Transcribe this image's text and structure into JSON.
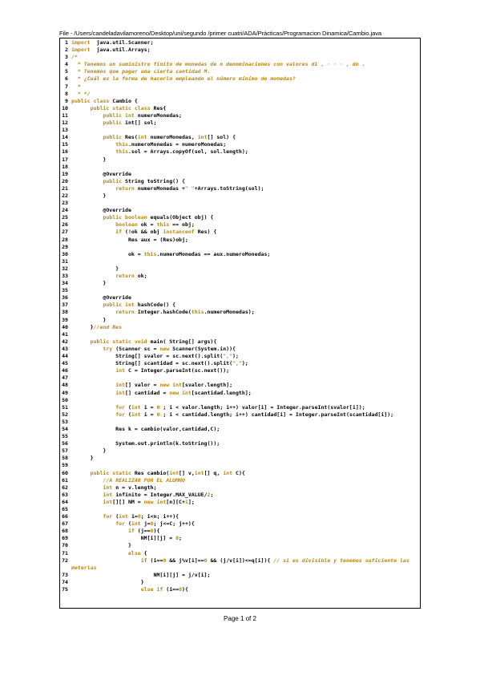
{
  "header": {
    "path": "File - /Users/candeladavilamoreno/Desktop/uni/segundo /primer cuatri/ADA/Prácticas/Programacion Dinamica/Cambio.java"
  },
  "footer": {
    "page": "Page 1 of 2"
  },
  "code_lines": [
    {
      "n": "1",
      "segs": [
        [
          "kw",
          "import"
        ],
        [
          "",
          "  java.util.Scanner;"
        ]
      ]
    },
    {
      "n": "2",
      "segs": [
        [
          "kw",
          "import"
        ],
        [
          "",
          "  java.util.Arrays;"
        ]
      ]
    },
    {
      "n": "3",
      "segs": [
        [
          "cm",
          "/*"
        ]
      ]
    },
    {
      "n": "4",
      "segs": [
        [
          "cm",
          "  * Tenemos un suministro finito de monedas de n denominaciones con valores d1 , · · · , dn ."
        ]
      ]
    },
    {
      "n": "5",
      "segs": [
        [
          "cm",
          "  * Tenemos que pagar una cierta cantidad M."
        ]
      ]
    },
    {
      "n": "6",
      "segs": [
        [
          "cm",
          "  * ¿Cuál es la forma de hacerlo empleando el número mínimo de monedas?"
        ]
      ]
    },
    {
      "n": "7",
      "segs": [
        [
          "cm",
          "  *"
        ]
      ]
    },
    {
      "n": "8",
      "segs": [
        [
          "cm",
          "  * */"
        ]
      ]
    },
    {
      "n": "9",
      "segs": [
        [
          "kw",
          "public class "
        ],
        [
          "",
          "Cambio {"
        ]
      ]
    },
    {
      "n": "10",
      "segs": [
        [
          "",
          "      "
        ],
        [
          "kw",
          "public static class "
        ],
        [
          "",
          "Res{"
        ]
      ]
    },
    {
      "n": "11",
      "segs": [
        [
          "",
          "          "
        ],
        [
          "kw",
          "public int "
        ],
        [
          "",
          "numeroMonedas;"
        ]
      ]
    },
    {
      "n": "12",
      "segs": [
        [
          "",
          "          "
        ],
        [
          "kw",
          "public "
        ],
        [
          "",
          "int[] sol;"
        ]
      ]
    },
    {
      "n": "13",
      "segs": []
    },
    {
      "n": "14",
      "segs": [
        [
          "",
          "          "
        ],
        [
          "kw",
          "public "
        ],
        [
          "",
          "Res("
        ],
        [
          "kw",
          "int "
        ],
        [
          "",
          "numeroMonedas, "
        ],
        [
          "kw",
          "int"
        ],
        [
          "",
          "[] sol) {"
        ]
      ]
    },
    {
      "n": "15",
      "segs": [
        [
          "",
          "              "
        ],
        [
          "kw",
          "this"
        ],
        [
          "",
          ".numeroMonedas = numeroMonedas;"
        ]
      ]
    },
    {
      "n": "16",
      "segs": [
        [
          "",
          "              "
        ],
        [
          "kw",
          "this"
        ],
        [
          "",
          ".sol = Arrays.copyOf(sol, sol.length);"
        ]
      ]
    },
    {
      "n": "17",
      "segs": [
        [
          "",
          "          }"
        ]
      ]
    },
    {
      "n": "18",
      "segs": []
    },
    {
      "n": "19",
      "segs": [
        [
          "",
          "          @Override"
        ]
      ]
    },
    {
      "n": "20",
      "segs": [
        [
          "",
          "          "
        ],
        [
          "kw",
          "public "
        ],
        [
          "",
          "String toString() {"
        ]
      ]
    },
    {
      "n": "21",
      "segs": [
        [
          "",
          "              "
        ],
        [
          "kw",
          "return "
        ],
        [
          "",
          "numeroMonedas +"
        ],
        [
          "st",
          "\" \""
        ],
        [
          "",
          "+Arrays.toString(sol);"
        ]
      ]
    },
    {
      "n": "22",
      "segs": [
        [
          "",
          "          }"
        ]
      ]
    },
    {
      "n": "23",
      "segs": []
    },
    {
      "n": "24",
      "segs": [
        [
          "",
          "          @Override"
        ]
      ]
    },
    {
      "n": "25",
      "segs": [
        [
          "",
          "          "
        ],
        [
          "kw",
          "public boolean "
        ],
        [
          "",
          "equals(Object obj) {"
        ]
      ]
    },
    {
      "n": "26",
      "segs": [
        [
          "",
          "              "
        ],
        [
          "kw",
          "boolean "
        ],
        [
          "",
          "ok = "
        ],
        [
          "kw",
          "this "
        ],
        [
          "",
          "== obj;"
        ]
      ]
    },
    {
      "n": "27",
      "segs": [
        [
          "",
          "              "
        ],
        [
          "kw",
          "if "
        ],
        [
          "",
          "(!ok && obj "
        ],
        [
          "kw",
          "instanceof "
        ],
        [
          "",
          "Res) {"
        ]
      ]
    },
    {
      "n": "28",
      "segs": [
        [
          "",
          "                  Res aux = (Res)obj;"
        ]
      ]
    },
    {
      "n": "29",
      "segs": []
    },
    {
      "n": "30",
      "segs": [
        [
          "",
          "                  ok = "
        ],
        [
          "kw",
          "this"
        ],
        [
          "",
          ".numeroMonedas == aux.numeroMonedas;"
        ]
      ]
    },
    {
      "n": "31",
      "segs": []
    },
    {
      "n": "32",
      "segs": [
        [
          "",
          "              }"
        ]
      ]
    },
    {
      "n": "33",
      "segs": [
        [
          "",
          "              "
        ],
        [
          "kw",
          "return "
        ],
        [
          "",
          "ok;"
        ]
      ]
    },
    {
      "n": "34",
      "segs": [
        [
          "",
          "          }"
        ]
      ]
    },
    {
      "n": "35",
      "segs": []
    },
    {
      "n": "36",
      "segs": [
        [
          "",
          "          @Override"
        ]
      ]
    },
    {
      "n": "37",
      "segs": [
        [
          "",
          "          "
        ],
        [
          "kw",
          "public int "
        ],
        [
          "",
          "hashCode() {"
        ]
      ]
    },
    {
      "n": "38",
      "segs": [
        [
          "",
          "              "
        ],
        [
          "kw",
          "return "
        ],
        [
          "",
          "Integer.hashCode("
        ],
        [
          "kw",
          "this"
        ],
        [
          "",
          ".numeroMonedas);"
        ]
      ]
    },
    {
      "n": "39",
      "segs": [
        [
          "",
          "          }"
        ]
      ]
    },
    {
      "n": "40",
      "segs": [
        [
          "",
          "      }"
        ],
        [
          "cm",
          "//end Res"
        ]
      ]
    },
    {
      "n": "41",
      "segs": []
    },
    {
      "n": "42",
      "segs": [
        [
          "",
          "      "
        ],
        [
          "kw",
          "public static void "
        ],
        [
          "",
          "main( String[] args){"
        ]
      ]
    },
    {
      "n": "43",
      "segs": [
        [
          "",
          "          "
        ],
        [
          "kw",
          "try "
        ],
        [
          "",
          "(Scanner sc = "
        ],
        [
          "kw",
          "new "
        ],
        [
          "",
          "Scanner(System.in)){"
        ]
      ]
    },
    {
      "n": "44",
      "segs": [
        [
          "",
          "              String[] svalor = sc.next().split("
        ],
        [
          "st",
          "\",\""
        ],
        [
          "",
          ");"
        ]
      ]
    },
    {
      "n": "45",
      "segs": [
        [
          "",
          "              String[] scantidad = sc.next().split("
        ],
        [
          "st",
          "\",\""
        ],
        [
          "",
          ");"
        ]
      ]
    },
    {
      "n": "46",
      "segs": [
        [
          "",
          "              "
        ],
        [
          "kw",
          "int "
        ],
        [
          "",
          "C = Integer.parseInt(sc.next());"
        ]
      ]
    },
    {
      "n": "47",
      "segs": []
    },
    {
      "n": "48",
      "segs": [
        [
          "",
          "              "
        ],
        [
          "kw",
          "int"
        ],
        [
          "",
          "[] valor = "
        ],
        [
          "kw",
          "new int"
        ],
        [
          "",
          "[svalor.length];"
        ]
      ]
    },
    {
      "n": "49",
      "segs": [
        [
          "",
          "              "
        ],
        [
          "kw",
          "int"
        ],
        [
          "",
          "[] cantidad = "
        ],
        [
          "kw",
          "new int"
        ],
        [
          "",
          "[scantidad.length];"
        ]
      ]
    },
    {
      "n": "50",
      "segs": []
    },
    {
      "n": "51",
      "segs": [
        [
          "",
          "              "
        ],
        [
          "kw",
          "for "
        ],
        [
          "",
          "("
        ],
        [
          "kw",
          "int "
        ],
        [
          "",
          "i = "
        ],
        [
          "st",
          "0"
        ],
        [
          "",
          " ; i < valor.length; i++) valor[i] = Integer.parseInt(svalor[i]);"
        ]
      ]
    },
    {
      "n": "52",
      "segs": [
        [
          "",
          "              "
        ],
        [
          "kw",
          "for "
        ],
        [
          "",
          "("
        ],
        [
          "kw",
          "int "
        ],
        [
          "",
          "i = "
        ],
        [
          "st",
          "0"
        ],
        [
          "",
          " ; i < cantidad.length; i++) cantidad[i] = Integer.parseInt(scantidad[i]);"
        ]
      ]
    },
    {
      "n": "53",
      "segs": []
    },
    {
      "n": "54",
      "segs": [
        [
          "",
          "              Res k = cambio(valor,cantidad,C);"
        ]
      ]
    },
    {
      "n": "55",
      "segs": []
    },
    {
      "n": "56",
      "segs": [
        [
          "",
          "              System.out.println(k.toString());"
        ]
      ]
    },
    {
      "n": "57",
      "segs": [
        [
          "",
          "          }"
        ]
      ]
    },
    {
      "n": "58",
      "segs": [
        [
          "",
          "      }"
        ]
      ]
    },
    {
      "n": "59",
      "segs": []
    },
    {
      "n": "60",
      "segs": [
        [
          "",
          "      "
        ],
        [
          "kw",
          "public static "
        ],
        [
          "",
          "Res cambio("
        ],
        [
          "kw",
          "int"
        ],
        [
          "",
          "[] v,"
        ],
        [
          "kw",
          "int"
        ],
        [
          "",
          "[] q, "
        ],
        [
          "kw",
          "int "
        ],
        [
          "",
          "C){"
        ]
      ]
    },
    {
      "n": "61",
      "segs": [
        [
          "",
          "          "
        ],
        [
          "cm",
          "//A REALIZAR POR EL ALUMNO"
        ]
      ]
    },
    {
      "n": "62",
      "segs": [
        [
          "",
          "          "
        ],
        [
          "kw",
          "int "
        ],
        [
          "",
          "n = v.length;"
        ]
      ]
    },
    {
      "n": "63",
      "segs": [
        [
          "",
          "          "
        ],
        [
          "kw",
          "int "
        ],
        [
          "",
          "infinito = Integer.MAX_VALUE/"
        ],
        [
          "st",
          "2"
        ],
        [
          "",
          ";"
        ]
      ]
    },
    {
      "n": "64",
      "segs": [
        [
          "",
          "          "
        ],
        [
          "kw",
          "int"
        ],
        [
          "",
          "[][] NM = "
        ],
        [
          "kw",
          "new int"
        ],
        [
          "",
          "[n][C+"
        ],
        [
          "st",
          "1"
        ],
        [
          "",
          "];"
        ]
      ]
    },
    {
      "n": "65",
      "segs": []
    },
    {
      "n": "66",
      "segs": [
        [
          "",
          "          "
        ],
        [
          "kw",
          "for "
        ],
        [
          "",
          "("
        ],
        [
          "kw",
          "int "
        ],
        [
          "",
          "i="
        ],
        [
          "st",
          "0"
        ],
        [
          "",
          "; i<n; i++){"
        ]
      ]
    },
    {
      "n": "67",
      "segs": [
        [
          "",
          "              "
        ],
        [
          "kw",
          "for "
        ],
        [
          "",
          "("
        ],
        [
          "kw",
          "int "
        ],
        [
          "",
          "j="
        ],
        [
          "st",
          "0"
        ],
        [
          "",
          "; j<=C; j++){"
        ]
      ]
    },
    {
      "n": "68",
      "segs": [
        [
          "",
          "                  "
        ],
        [
          "kw",
          "if "
        ],
        [
          "",
          "(j=="
        ],
        [
          "st",
          "0"
        ],
        [
          "",
          "){"
        ]
      ]
    },
    {
      "n": "69",
      "segs": [
        [
          "",
          "                      NM[i][j] = "
        ],
        [
          "st",
          "0"
        ],
        [
          "",
          ";"
        ]
      ]
    },
    {
      "n": "70",
      "segs": [
        [
          "",
          "                  }"
        ]
      ]
    },
    {
      "n": "71",
      "segs": [
        [
          "",
          "                  "
        ],
        [
          "kw",
          "else "
        ],
        [
          "",
          "{"
        ]
      ]
    },
    {
      "n": "72",
      "segs": [
        [
          "",
          "                      "
        ],
        [
          "kw",
          "if "
        ],
        [
          "",
          "(i=="
        ],
        [
          "st",
          "0"
        ],
        [
          "",
          " && j%v[i]=="
        ],
        [
          "st",
          "0"
        ],
        [
          "",
          " && (j/v[i])<=q[i]){ "
        ],
        [
          "cm",
          "// si es divisible y tenemos suficiente las"
        ]
      ],
      "wrap": [
        [
          "cm",
          "meterlas"
        ]
      ]
    },
    {
      "n": "73",
      "segs": [
        [
          "",
          "                          NM[i][j] = j/v[i];"
        ]
      ]
    },
    {
      "n": "74",
      "segs": [
        [
          "",
          "                      }"
        ]
      ]
    },
    {
      "n": "75",
      "segs": [
        [
          "",
          "                      "
        ],
        [
          "kw",
          "else if "
        ],
        [
          "",
          "(i=="
        ],
        [
          "st",
          "0"
        ],
        [
          "",
          "){"
        ]
      ]
    }
  ]
}
